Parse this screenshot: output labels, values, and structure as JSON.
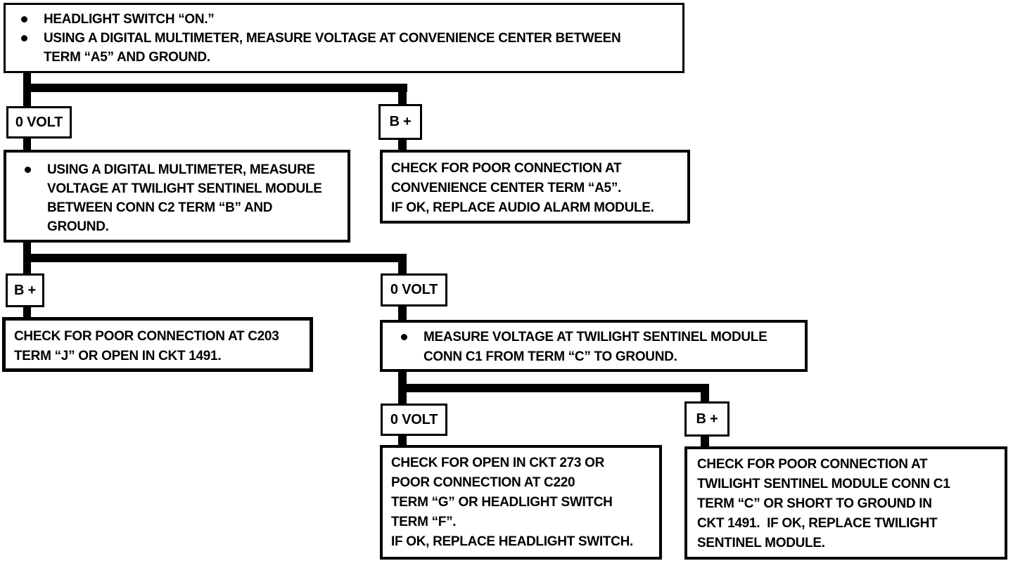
{
  "colors": {
    "ink": "#000000",
    "paper": "#ffffff"
  },
  "flowchart": {
    "start": {
      "items": [
        "HEADLIGHT SWITCH “ON.”",
        "USING A DIGITAL MULTIMETER, MEASURE VOLTAGE AT CONVENIENCE CENTER BETWEEN\nTERM “A5” AND GROUND."
      ]
    },
    "branch1": {
      "left_label": "0 VOLT",
      "right_label": "B +"
    },
    "step2": {
      "item": "USING A DIGITAL MULTIMETER, MEASURE\nVOLTAGE AT TWILIGHT SENTINEL MODULE\nBETWEEN CONN C2 TERM “B” AND\nGROUND."
    },
    "action_convenience": {
      "text": "CHECK FOR POOR CONNECTION AT\nCONVENIENCE CENTER TERM “A5”.\nIF OK, REPLACE AUDIO ALARM MODULE."
    },
    "branch2": {
      "left_label": "B +",
      "right_label": "0 VOLT"
    },
    "action_c203": {
      "text": "CHECK FOR POOR CONNECTION AT C203\nTERM “J” OR OPEN IN CKT 1491."
    },
    "step3": {
      "item": "MEASURE VOLTAGE AT TWILIGHT SENTINEL MODULE\nCONN C1 FROM TERM “C” TO GROUND."
    },
    "branch3": {
      "left_label": "0 VOLT",
      "right_label": "B +"
    },
    "action_headlight": {
      "text": "CHECK FOR OPEN IN CKT 273 OR\nPOOR CONNECTION AT C220\nTERM “G” OR HEADLIGHT SWITCH\nTERM “F”.\nIF OK, REPLACE HEADLIGHT SWITCH."
    },
    "action_sentinel": {
      "text": "CHECK FOR POOR CONNECTION AT\nTWILIGHT SENTINEL MODULE CONN C1\nTERM “C” OR SHORT TO GROUND IN\nCKT 1491.  IF OK, REPLACE TWILIGHT\nSENTINEL MODULE."
    }
  }
}
